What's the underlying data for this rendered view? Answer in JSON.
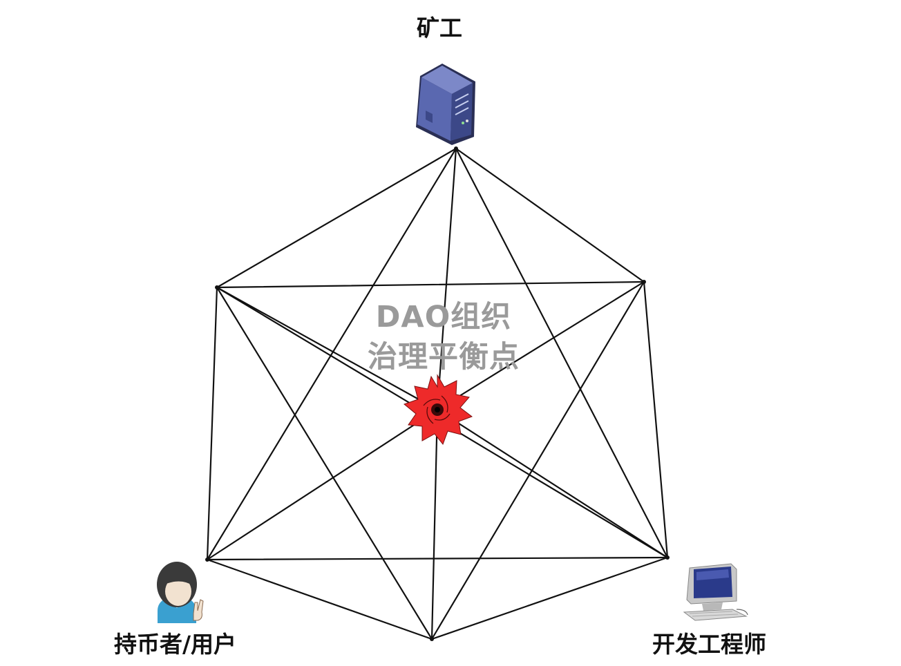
{
  "nodes": {
    "miner": {
      "label": "矿工",
      "icon": "server-tower-icon"
    },
    "holder": {
      "label": "持币者/用户",
      "icon": "user-avatar-icon"
    },
    "developer": {
      "label": "开发工程师",
      "icon": "desktop-computer-icon"
    }
  },
  "center": {
    "line1": "DAO组织",
    "line2": "治理平衡点",
    "icon": "red-sawblade-vortex-icon"
  },
  "colors": {
    "edge": "#111111",
    "center_text": "#9a9a9a",
    "vortex": "#ee2a2a",
    "server": "#4a5a9a",
    "avatar_shirt": "#3aa0d0",
    "monitor_screen": "#2a3a8a"
  }
}
